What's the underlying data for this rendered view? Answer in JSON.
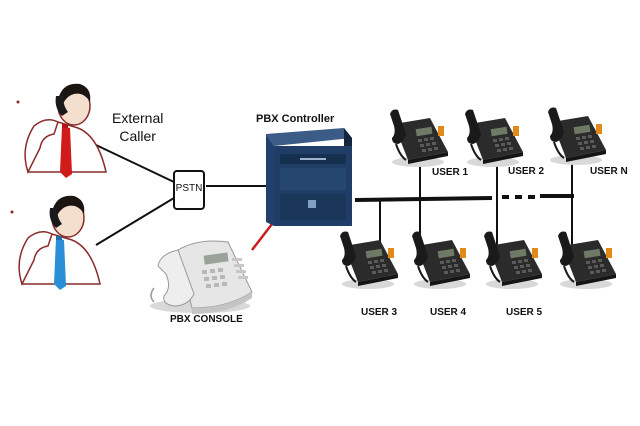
{
  "caller": {
    "line1": "External",
    "line2": "Caller"
  },
  "pstn": {
    "label": "PSTN"
  },
  "pbx": {
    "title": "PBX Controller"
  },
  "console": {
    "label": "PBX CONSOLE"
  },
  "users": {
    "user1": "USER 1",
    "user2": "USER 2",
    "userN": "USER N",
    "user3": "USER 3",
    "user4": "USER 4",
    "user5": "USER 5"
  },
  "colors": {
    "line": "#111111",
    "red_link": "#c81e1e",
    "phone_body": "#2b2b2b",
    "pbx_body": "#1f3d66",
    "tie_red": "#d11a1a",
    "tie_blue": "#2a8fd6",
    "console_body": "#e6e6e6"
  },
  "icons": [
    "person-on-phone-icon",
    "desk-phone-icon",
    "pbx-cabinet-icon",
    "console-phone-icon"
  ]
}
